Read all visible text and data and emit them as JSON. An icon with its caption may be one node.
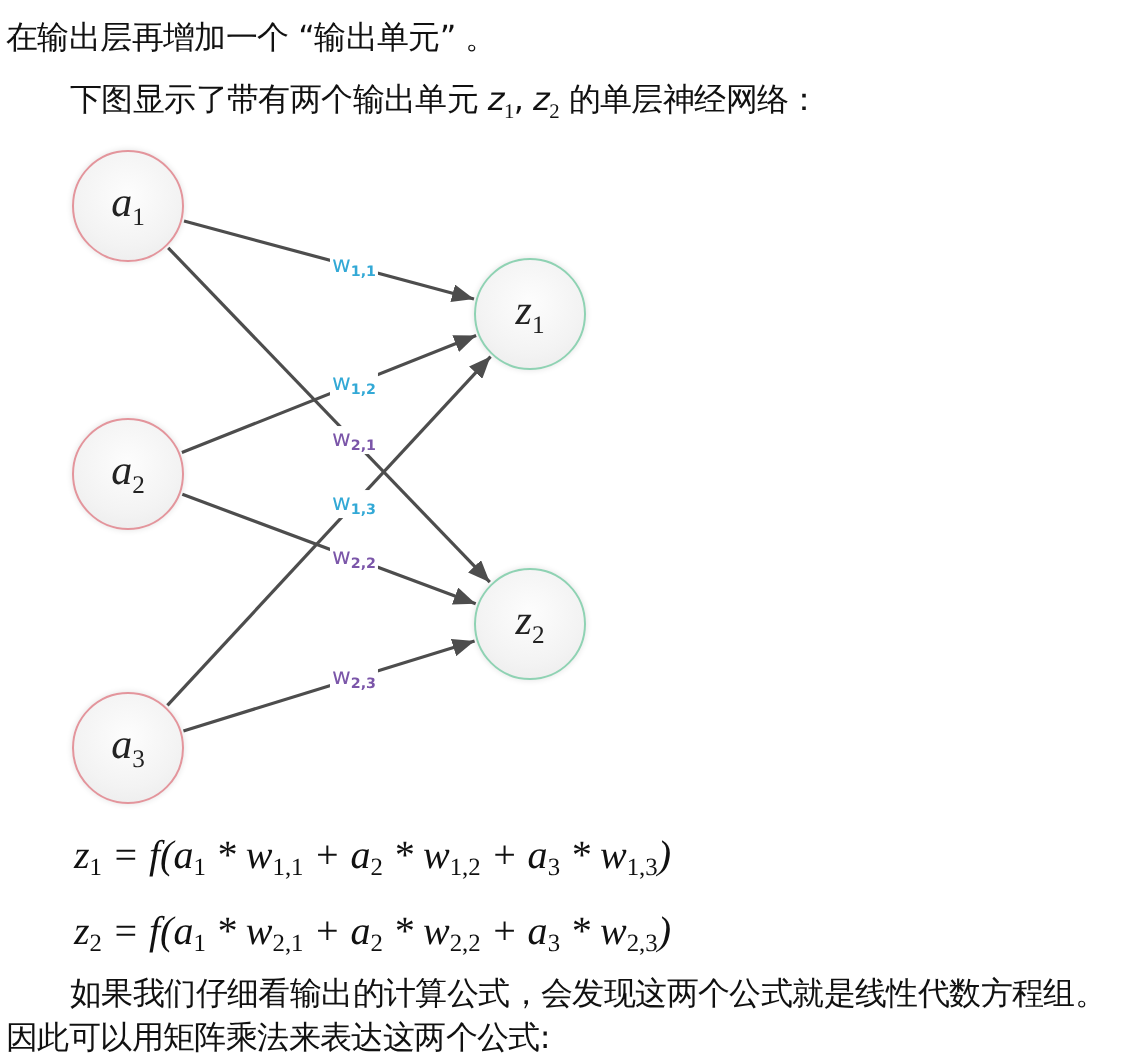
{
  "diagram": {
    "nodes": [
      {
        "text": [
          "a$_{1}$"
        ]
      },
      {
        "text": [
          "a$_{2}$"
        ]
      },
      {
        "text": [
          "a$_{3}$"
        ]
      },
      {
        "text": [
          "z$_{1}$"
        ]
      },
      {
        "text": [
          "z$_{2}$"
        ]
      }
    ],
    "edges": [
      {
        "from": 0,
        "to": 3,
        "arrow": "to",
        "label": "w$_{1,1}$"
      },
      {
        "from": 0,
        "to": 4,
        "arrow": "to",
        "label": "w$_{2,1}$"
      },
      {
        "from": 1,
        "to": 3,
        "arrow": "to",
        "label": "w$_{1,2}$"
      },
      {
        "from": 1,
        "to": 4,
        "arrow": "to",
        "label": "w$_{2,2}$"
      },
      {
        "from": 2,
        "to": 3,
        "arrow": "to",
        "label": "w$_{1,3}$"
      },
      {
        "from": 2,
        "to": 4,
        "arrow": "to",
        "label": "w$_{2,3}$"
      }
    ],
    "labels": [
      "在输出层再增加一个 “输出单元” 。",
      "下图显示了带有两个输出单元 *z*$_{1}$, *z*$_{2}$ 的单层神经网络：",
      "z$_{1}$ = f(a$_{1}$ * w$_{1,1}$ + a$_{2}$ * w$_{1,2}$ + a$_{3}$ * w$_{1,3}$)",
      "z$_{2}$ = f(a$_{1}$ * w$_{2,1}$ + a$_{2}$ * w$_{2,2}$ + a$_{3}$ * w$_{2,3}$)",
      "如果我们仔细看输出的计算公式，会发现这两个公式就是线性代数方程组。因此可以用矩阵乘法来表达这两个公式:"
    ]
  }
}
